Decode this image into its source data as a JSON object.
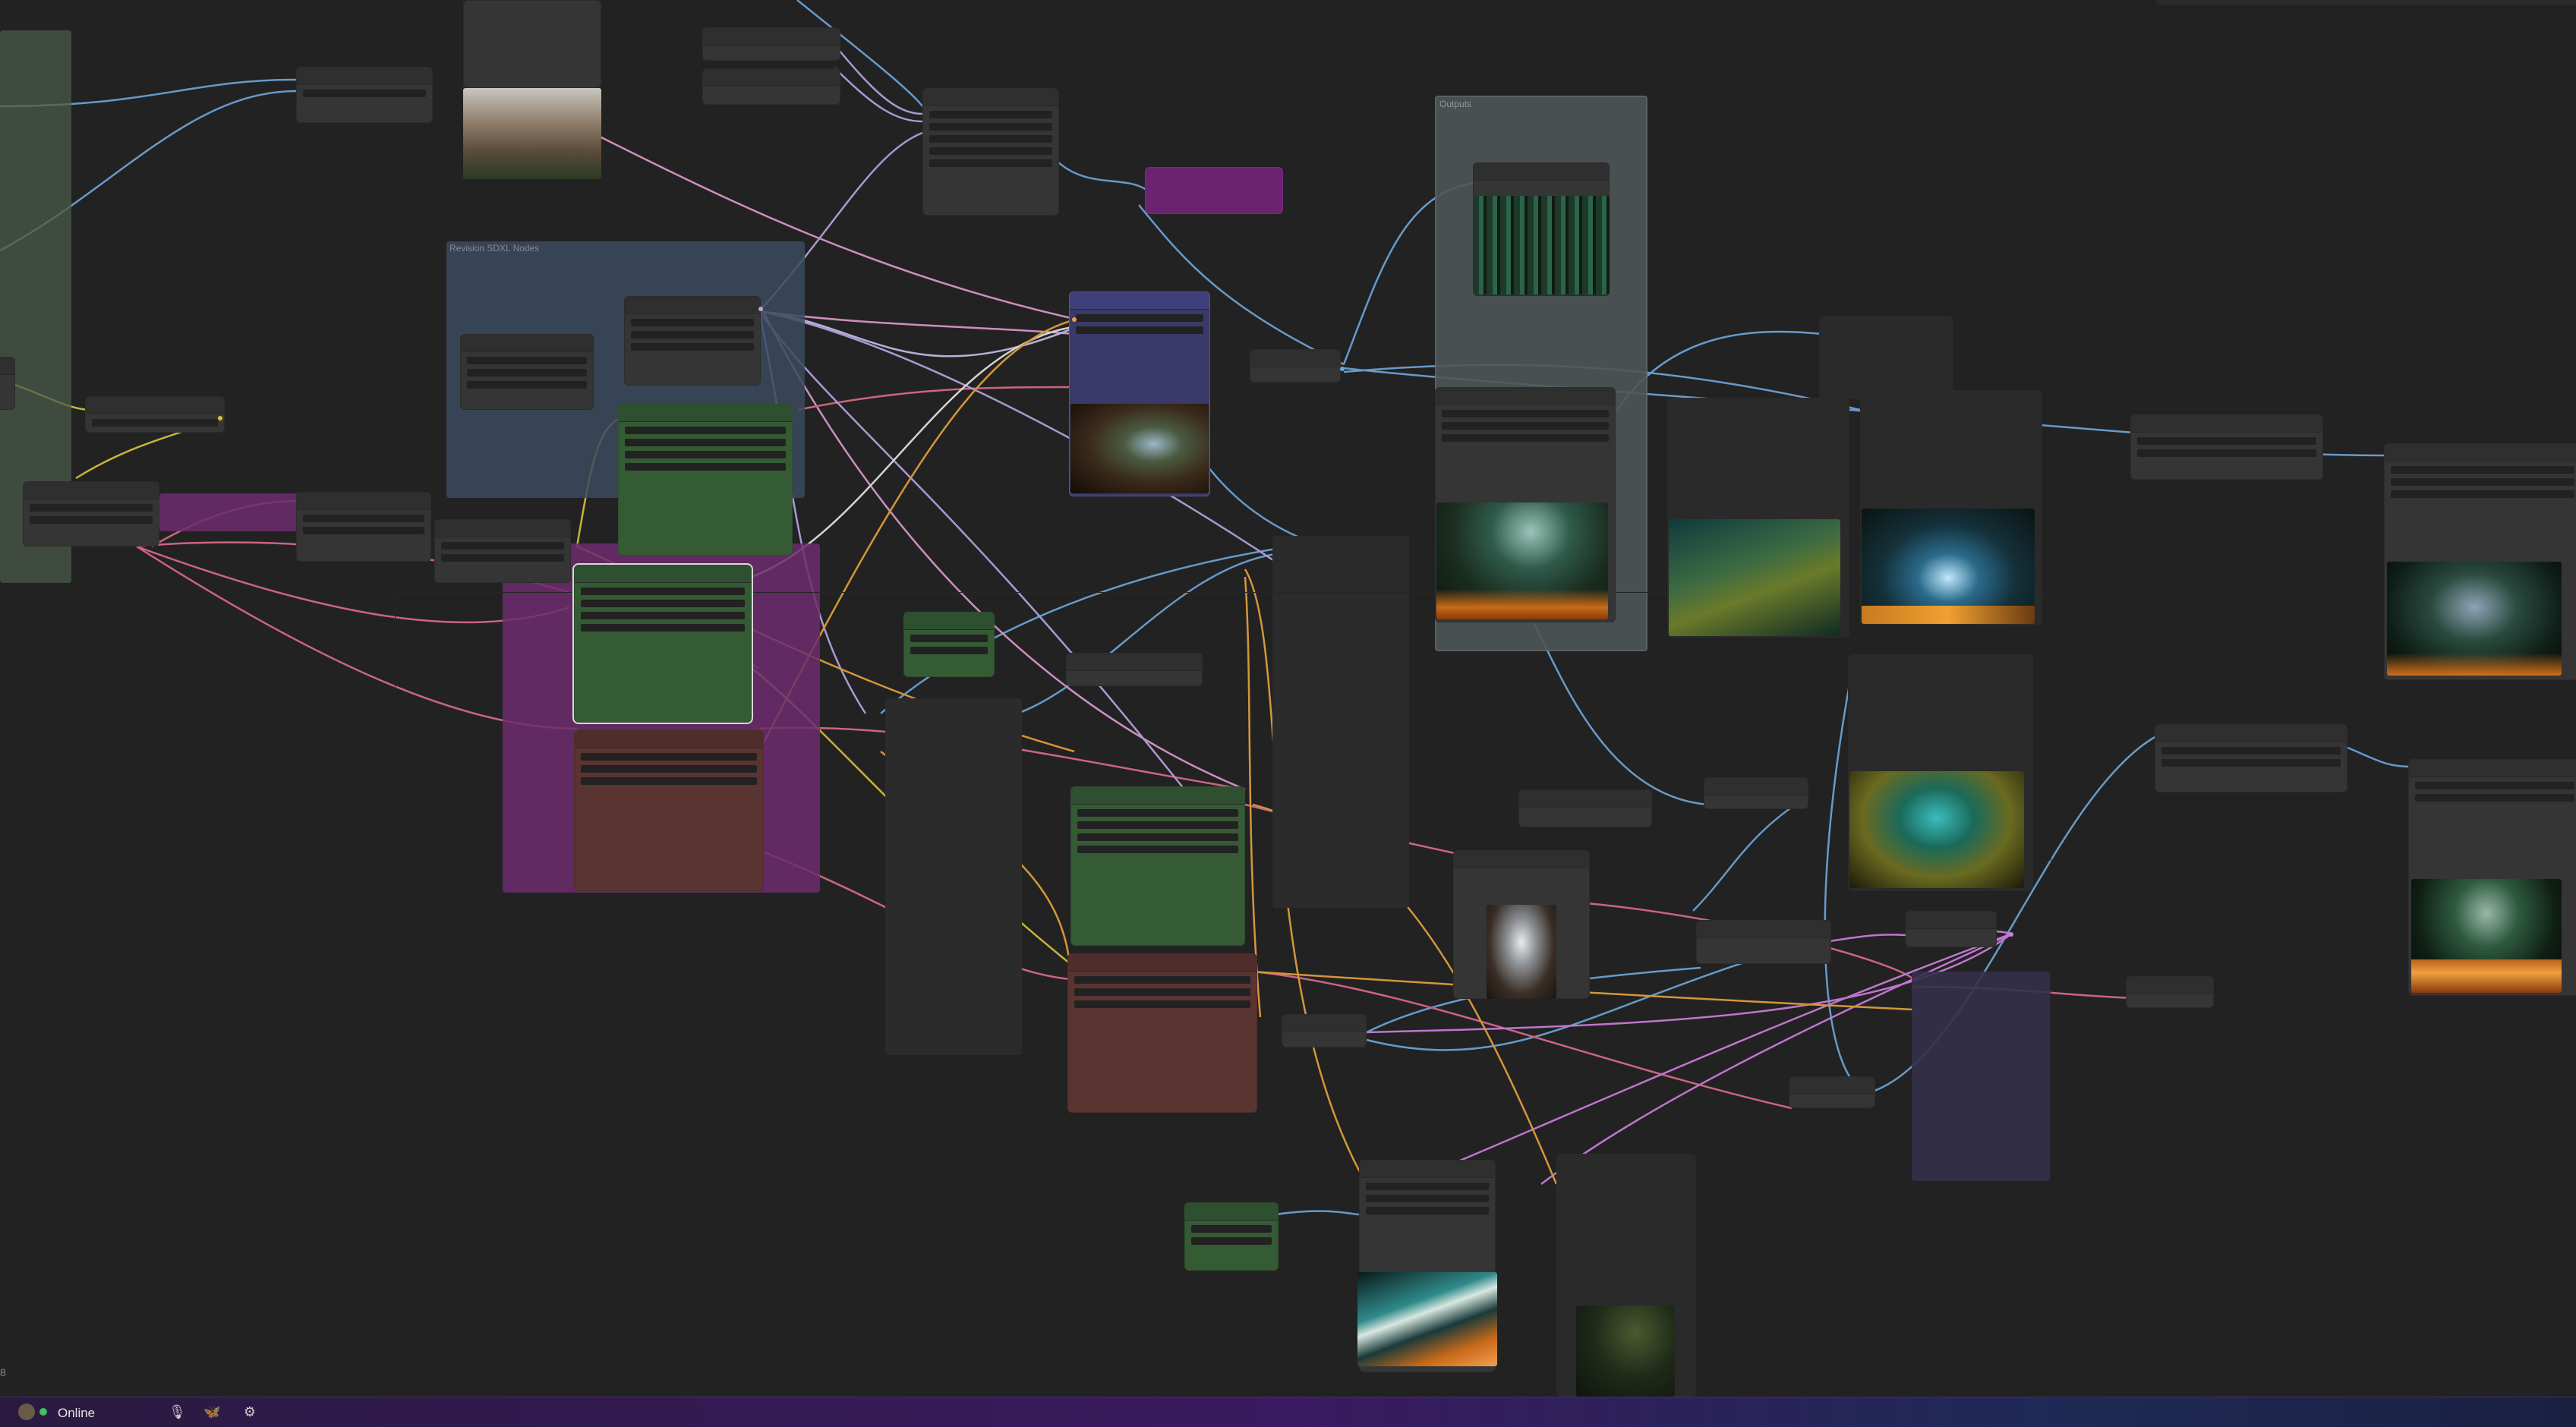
{
  "groups": {
    "revision_sdxl": {
      "title": "Revision SDXL Nodes",
      "color": "#3b4a5e"
    },
    "outputs": {
      "title": "Outputs",
      "color": "#4e5656"
    }
  },
  "status": {
    "connection": "Online",
    "online_color": "#3fbf5f",
    "corner_number": "8"
  },
  "icons": {
    "left": "microphone-icon",
    "middle": "butterfly-icon",
    "right": "gear-icon"
  },
  "colors": {
    "wire_blue": "#6fa8dc",
    "wire_pink": "#e06c8c",
    "wire_orange": "#e8a33c",
    "wire_lavender": "#b9a6e6",
    "wire_yellow": "#d8c53a",
    "wire_gray": "#8a8a8a"
  }
}
